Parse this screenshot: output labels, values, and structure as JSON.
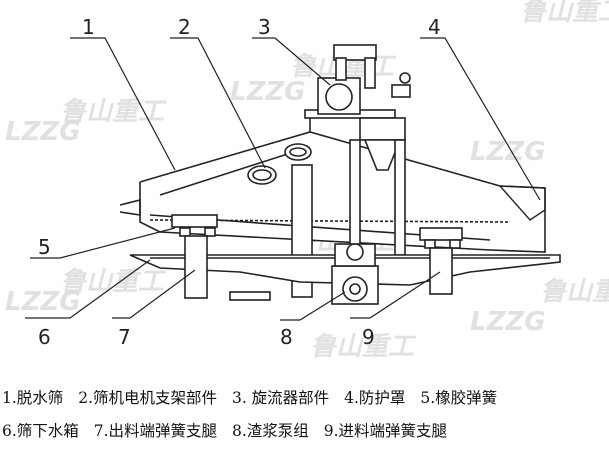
{
  "callouts": [
    "1",
    "2",
    "3",
    "4",
    "5",
    "6",
    "7",
    "8",
    "9"
  ],
  "legend": {
    "row1": [
      "1.脱水筛",
      "2.筛机电机支架部件",
      "3. 旋流器部件",
      "4.防护罩",
      "5.橡胶弹簧"
    ],
    "row2": [
      "6.筛下水箱",
      "7.出料端弹簧支腿",
      "8.渣浆泵组",
      "9.进料端弹簧支腿"
    ]
  },
  "watermark": {
    "logo_text": "LZZG",
    "brand_text": "鲁山重工"
  }
}
